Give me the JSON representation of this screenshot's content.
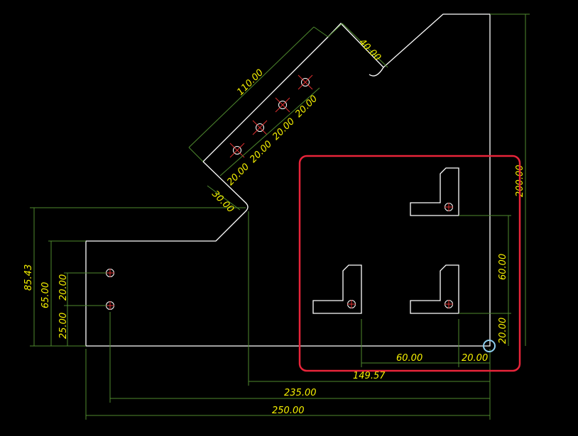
{
  "drawing": {
    "background_color": "#000000",
    "outline_color": "#ffffff",
    "dimension_line_color": "#4f8a2e",
    "dimension_text_color": "#f5f000",
    "hole_center_color": "#e03030",
    "selection_box_color": "#e8243a",
    "snap_marker_color": "#8fd0f0",
    "dimensions": {
      "width_overall": "250.00",
      "hole_span": "235.00",
      "partial_span": "149.57",
      "height_total": "200.00",
      "height_left_step": "85.43",
      "height_left_flat": "65.00",
      "hole_offset_vertical": "20.00",
      "hole_offset_bottom": "25.00",
      "slot_length": "110.00",
      "slot_width": "40.00",
      "slot_setback": "30.00",
      "slot_pitch_1": "20.00",
      "slot_pitch_2": "20.00",
      "slot_pitch_3": "20.00",
      "slot_pitch_4": "20.00",
      "bracket_horizontal_pitch": "60.00",
      "bracket_horizontal_offset": "20.00",
      "bracket_vertical_pitch": "60.00",
      "bracket_vertical_offset": "20.00"
    }
  }
}
